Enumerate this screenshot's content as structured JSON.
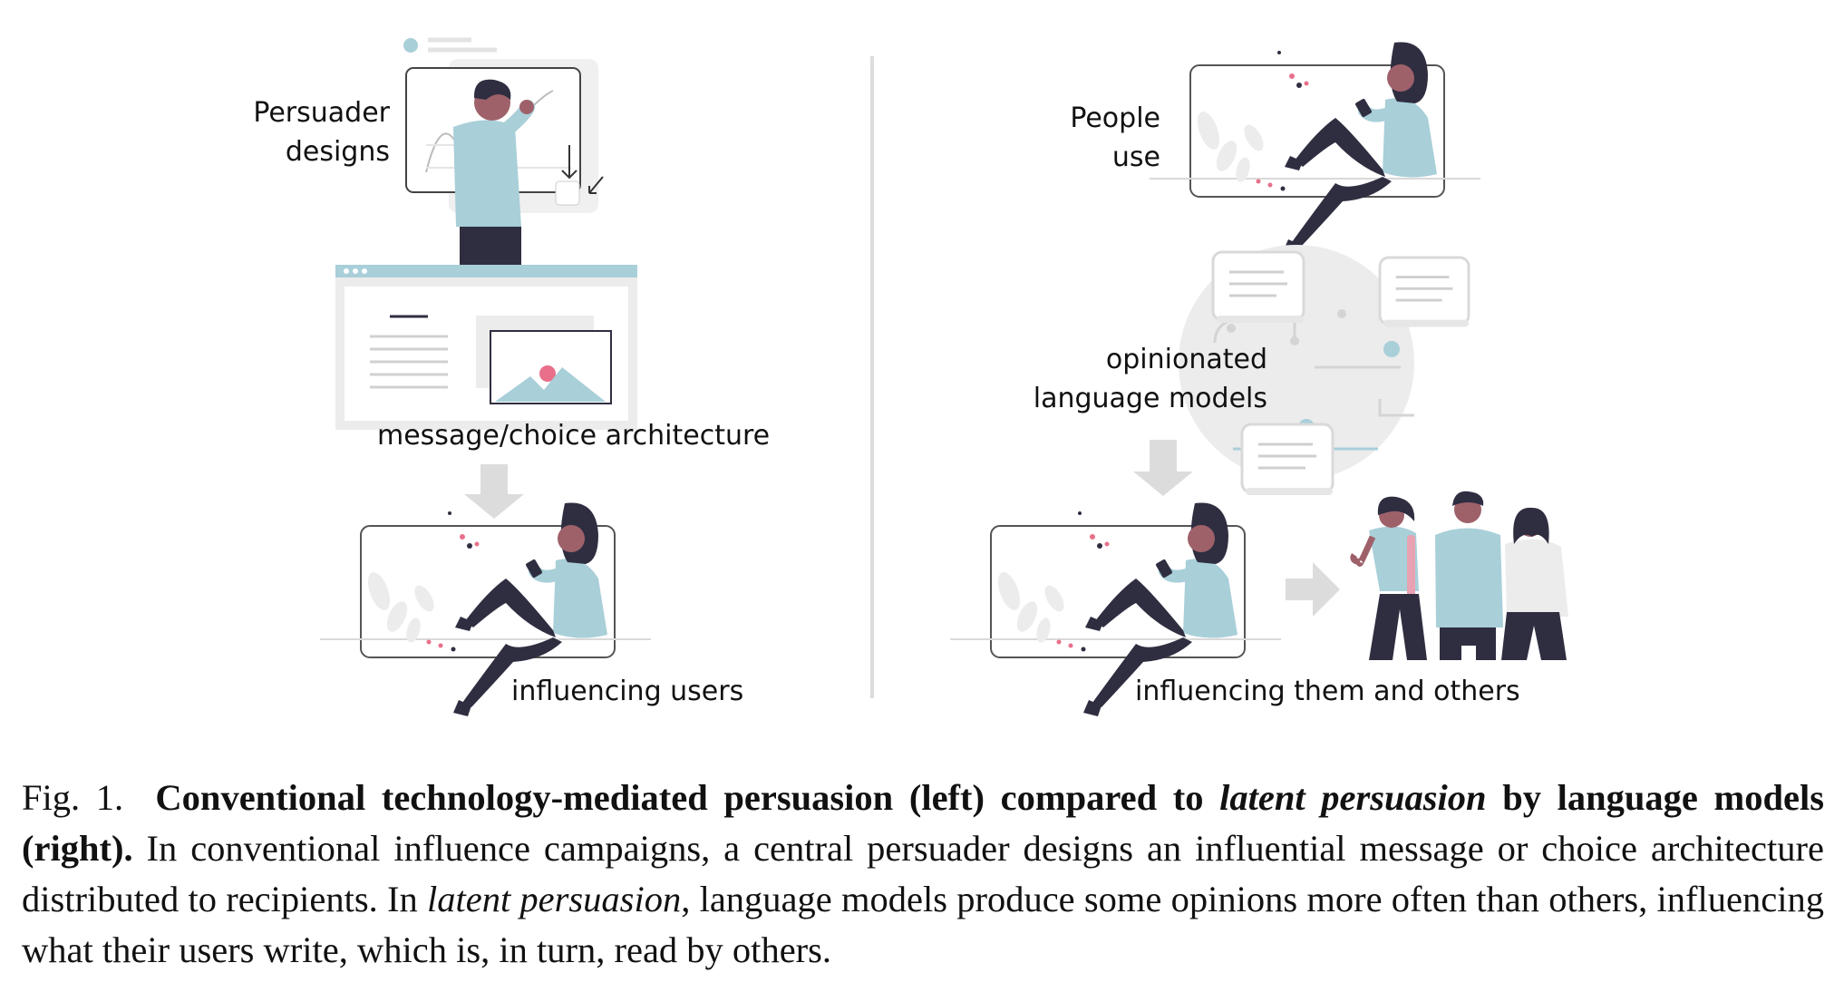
{
  "figure": {
    "left_panel": {
      "persuader_label": "Persuader\ndesigns",
      "message_label": "message/choice architecture",
      "influence_label": "influencing users"
    },
    "right_panel": {
      "people_label": "People\nuse",
      "models_label": "opinionated\nlanguage models",
      "influence_label": "influencing them and others"
    },
    "colors": {
      "accent": "#a9cfd9",
      "dark": "#2f2e41",
      "pink": "#e8708a",
      "light_gray": "#ececec",
      "mid_gray": "#d9d9d9"
    }
  },
  "caption": {
    "fig_label": "Fig. 1.",
    "title_part1": "Conventional technology-mediated persuasion (left) compared to",
    "title_italic": "latent persuasion",
    "title_part2": "by language models (right).",
    "body_part1": "In conventional influence campaigns, a central persuader designs an influential message or choice architecture distributed to recipients. In",
    "body_italic": "latent persuasion",
    "body_part2": ", language models produce some opinions more often than others, influencing what their users write, which is, in turn, read by others."
  }
}
